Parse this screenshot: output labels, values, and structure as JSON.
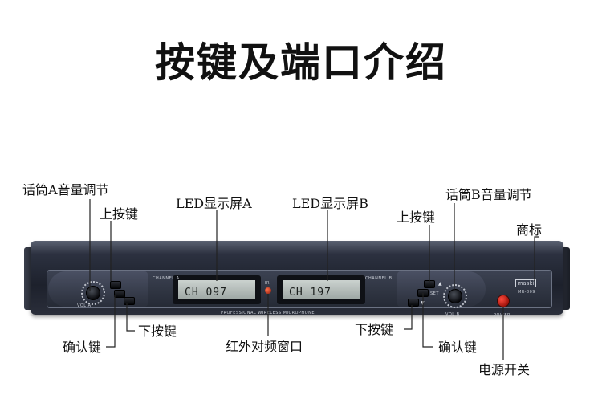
{
  "title": "按键及端口介绍",
  "labels": {
    "volume_a": "话筒A音量调节",
    "up_left": "上按键",
    "lcd_a": "LED显示屏A",
    "lcd_b": "LED显示屏B",
    "up_right": "上按键",
    "volume_b": "话筒B音量调节",
    "logo": "商标",
    "confirm_left": "确认键",
    "down_left": "下按键",
    "ir_window": "红外对频窗口",
    "down_right": "下按键",
    "confirm_right": "确认键",
    "power_switch": "电源开关"
  },
  "device": {
    "lcd_a_text": "CH 097",
    "lcd_b_text": "CH 197",
    "channel_a": "CHANNEL A",
    "channel_b": "CHANNEL B",
    "center_text": "PROFESSIONAL WIRELESS MICROPHONE",
    "vol_a": "VOL A",
    "vol_b": "VOL B",
    "set": "SET",
    "ir_mark": "IR",
    "power": "POWER",
    "brand": "maski",
    "model": "MR-809"
  },
  "colors": {
    "power_led": "#e8281c",
    "ir_led": "#d23a18",
    "lcd": "#b6bfbc",
    "chassis": "#2a2e3a"
  }
}
